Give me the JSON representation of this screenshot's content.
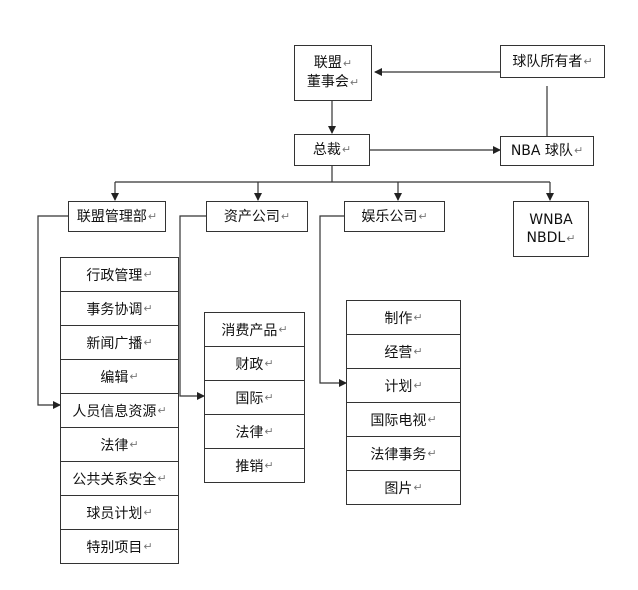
{
  "nodes": {
    "board_line1": "联盟",
    "board_line2": "董事会",
    "owners": "球队所有者",
    "president": "总裁",
    "nba_teams": "NBA 球队",
    "league_mgmt": "联盟管理部",
    "asset_co": "资产公司",
    "entertainment_co": "娱乐公司",
    "wnba_line1": "WNBA",
    "wnba_line2": "NBDL"
  },
  "mark": "↵",
  "league_mgmt_items": [
    "行政管理",
    "事务协调",
    "新闻广播",
    "编辑",
    "人员信息资源",
    "法律",
    "公共关系安全",
    "球员计划",
    "特别项目"
  ],
  "asset_items": [
    "消费产品",
    "财政",
    "国际",
    "法律",
    "推销"
  ],
  "entertainment_items": [
    "制作",
    "经营",
    "计划",
    "国际电视",
    "法律事务",
    "图片"
  ]
}
